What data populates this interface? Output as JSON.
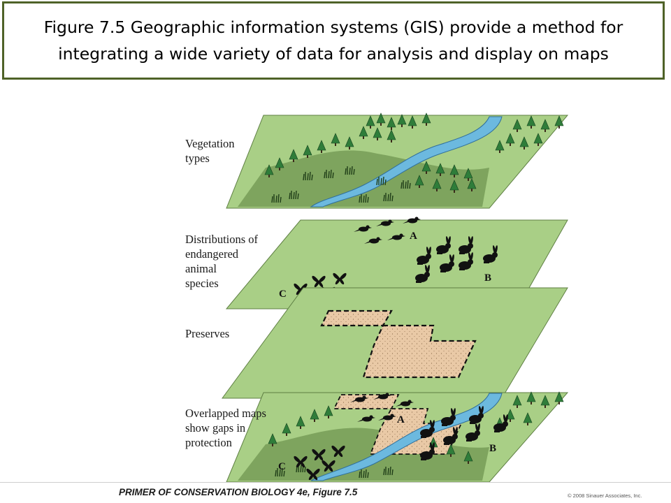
{
  "title": {
    "line1": "Figure 7.5  Geographic information systems (GIS) provide a method for",
    "line2": "integrating a wide variety of data for analysis and display on maps"
  },
  "layers": [
    {
      "label": "Vegetation\ntypes"
    },
    {
      "label": "Distributions of\nendangered\nanimal\nspecies"
    },
    {
      "label": "Preserves"
    },
    {
      "label": "Overlapped maps\nshow gaps in\nprotection"
    }
  ],
  "species_labels": {
    "a": "A",
    "b": "B",
    "c": "C"
  },
  "footer": {
    "source": "PRIMER OF CONSERVATION BIOLOGY 4e, Figure 7.5",
    "copyright": "© 2008 Sinauer Associates, Inc."
  },
  "colors": {
    "plane": "#a9cf86",
    "plane_edge": "#5e7f43",
    "dark_vegetation": "#7ea45e",
    "tree": "#2f7d3a",
    "river": "#6cb9df",
    "preserve": "#e9c9a6",
    "animal": "#111111",
    "title_border": "#4f6228"
  }
}
